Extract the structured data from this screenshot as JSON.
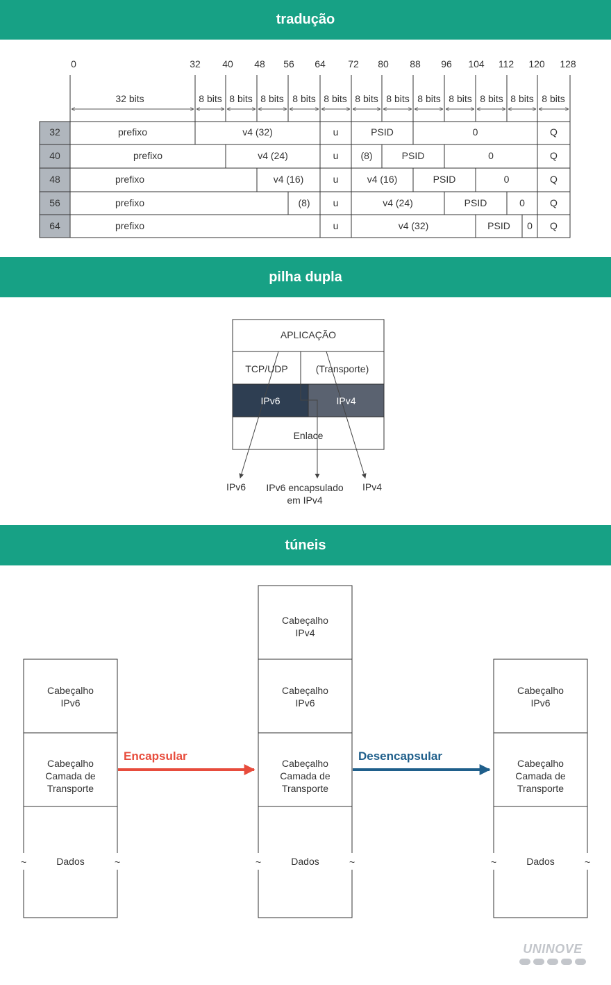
{
  "sections": {
    "translation": "tradução",
    "dual_stack": "pilha dupla",
    "tunnels": "túneis"
  },
  "translation": {
    "bit_positions": [
      "0",
      "32",
      "40",
      "48",
      "56",
      "64",
      "72",
      "80",
      "88",
      "96",
      "104",
      "112",
      "120",
      "128"
    ],
    "first_span": "32 bits",
    "span": "8 bits",
    "row_labels": [
      "32",
      "40",
      "48",
      "56",
      "64"
    ],
    "cells": {
      "prefix": "prefixo",
      "u": "u",
      "q": "Q",
      "psid": "PSID",
      "zero": "0",
      "v4_32": "v4 (32)",
      "v4_24": "v4 (24)",
      "v4_16": "v4 (16)",
      "eight": "(8)"
    }
  },
  "dual_stack": {
    "application": "APLICAÇÃO",
    "tcp_udp": "TCP/UDP",
    "transport": "(Transporte)",
    "ipv6": "IPv6",
    "ipv4": "IPv4",
    "link": "Enlace",
    "out_ipv6": "IPv6",
    "out_encapsulated": "IPv6 encapsulado em IPv4",
    "out_ipv4": "IPv4",
    "colors": {
      "ipv6_fill": "#2e3e52",
      "ipv4_fill": "#5a6270"
    }
  },
  "tunnels": {
    "header_ipv4": "Cabeçalho IPv4",
    "header_ipv6": "Cabeçalho IPv6",
    "header_transport": "Cabeçalho Camada de Transporte",
    "data": "Dados",
    "tilde": "~",
    "encapsulate": "Encapsular",
    "decapsulate": "Desencapsular",
    "colors": {
      "encapsulate": "#e74c3c",
      "decapsulate": "#1f5f8b"
    }
  },
  "logo": {
    "text": "UNINOVE"
  }
}
